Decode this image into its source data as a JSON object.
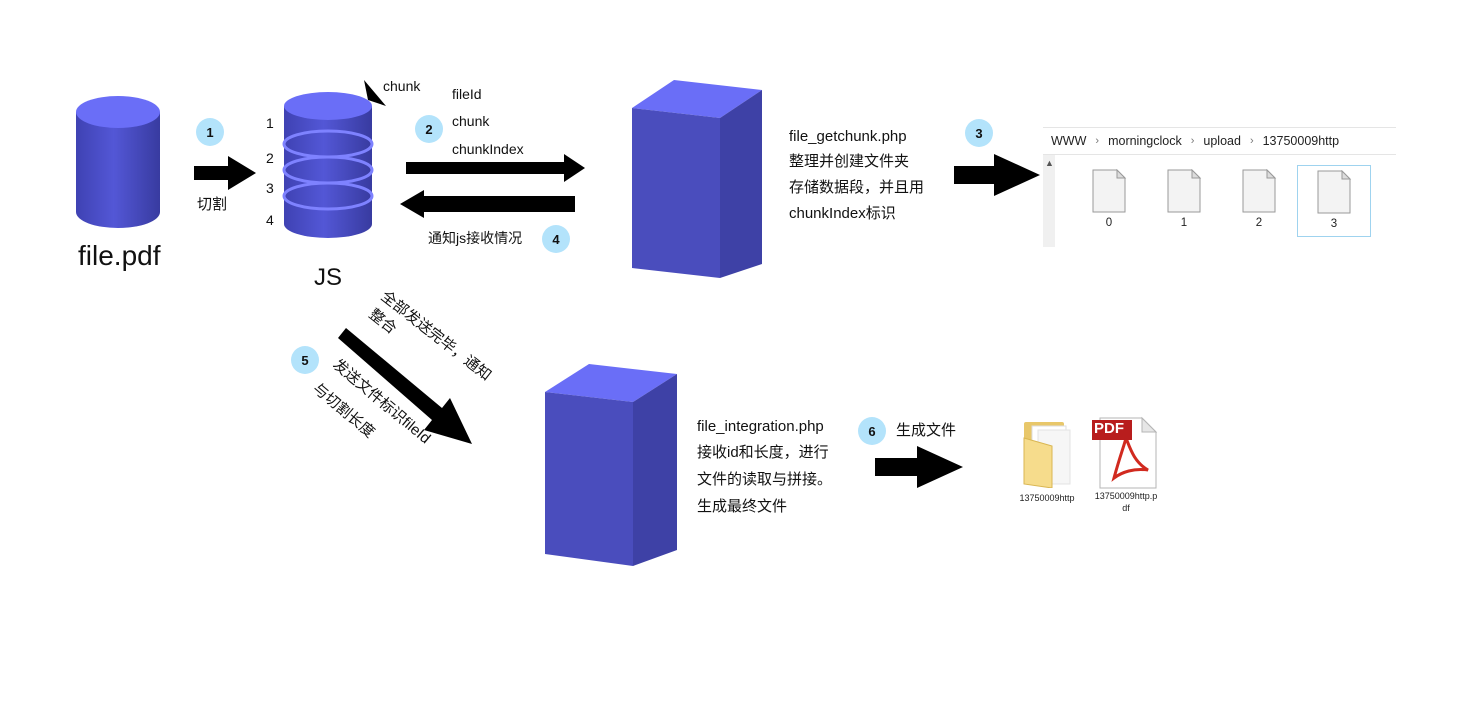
{
  "source": {
    "filename": "file.pdf"
  },
  "step1": {
    "num": "1",
    "label": "切割"
  },
  "js": {
    "label": "JS",
    "chunk_tag": "chunk",
    "chunk_numbers": [
      "1",
      "2",
      "3",
      "4"
    ]
  },
  "step2": {
    "num": "2",
    "params": [
      "fileId",
      "chunk",
      "chunkIndex"
    ]
  },
  "step4": {
    "num": "4",
    "label": "通知js接收情况"
  },
  "getchunk": {
    "filename": "file_getchunk.php",
    "lines": [
      "整理并创建文件夹",
      "存储数据段，并且用",
      "chunkIndex标识"
    ]
  },
  "step3": {
    "num": "3"
  },
  "explorer": {
    "breadcrumb": [
      "WWW",
      "morningclock",
      "upload",
      "13750009http"
    ],
    "files": [
      "0",
      "1",
      "2",
      "3"
    ],
    "selected_index": 3
  },
  "step5": {
    "num": "5",
    "upper_label_lines": [
      "全部发送完毕，通知",
      "整合"
    ],
    "lower_label_lines": [
      "发送文件标识fileId",
      "与切割长度"
    ]
  },
  "integration": {
    "filename": "file_integration.php",
    "lines": [
      "接收id和长度，进行",
      "文件的读取与拼接。",
      "生成最终文件"
    ]
  },
  "step6": {
    "num": "6",
    "label": "生成文件"
  },
  "output": {
    "folder_name": "13750009http",
    "pdf_name_line1": "13750009http.p",
    "pdf_name_line2": "df",
    "pdf_badge": "PDF"
  },
  "colors": {
    "server_front": "#4a4dbd",
    "server_top": "#6a6ef7",
    "server_side": "#3e41a6",
    "badge": "#b3e3fb",
    "arrow": "#000000"
  }
}
